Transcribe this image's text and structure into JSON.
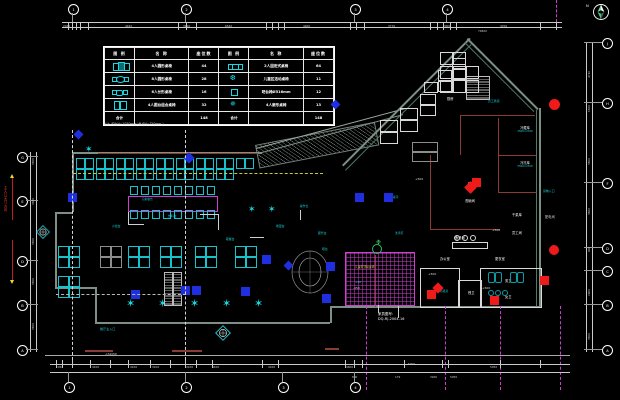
{
  "drawing": {
    "type": "CAD floor plan – restaurant / canteen furniture layout",
    "background_color": "#000000",
    "title_note": "家具图号:",
    "drawing_number": "DQ-RJ-2004-16"
  },
  "legend": {
    "headers": [
      "图 例",
      "名 称",
      "座位数",
      "图 例",
      "名 称",
      "座位数"
    ],
    "rows": [
      {
        "sym_left": "sym-4p-round",
        "name_left": "4人圆形桌椅",
        "count_left": "44",
        "sym_right": "sym-2p-fixed",
        "name_right": "2人固定式桌椅",
        "count_right": "64"
      },
      {
        "sym_left": "sym-8p-round",
        "name_left": "8人圆形桌椅",
        "count_left": "28",
        "sym_right": "sym-child",
        "name_right": "儿童区活动桌椅",
        "count_right": "11"
      },
      {
        "sym_left": "sym-6p-square",
        "name_left": "6人长形桌椅",
        "count_left": "16",
        "sym_right": "sym-stool",
        "name_right": "吧台椅Ø516mm",
        "count_right": "12"
      },
      {
        "sym_left": "sym-4p-combo",
        "name_left": "4人圆台组合桌椅",
        "count_left": "32",
        "sym_right": "sym-4p-star",
        "name_right": "4人扇形桌椅",
        "count_right": "13"
      },
      {
        "sym_left": "",
        "name_left": "合计",
        "count_left": "148",
        "sym_right": "",
        "name_right": "合计",
        "count_right": "148"
      }
    ],
    "footnote": "(注: 吧台H=1050mm/ 餐桌H=750mm )"
  },
  "grid_bubbles": {
    "top": [
      "1",
      "2",
      "3",
      "4"
    ],
    "bottom": [
      "1",
      "2",
      "3",
      "4"
    ],
    "left": [
      "G",
      "E",
      "D",
      "B",
      "A"
    ],
    "right": [
      "J",
      "H",
      "F",
      "D",
      "C",
      "B",
      "A"
    ]
  },
  "dimensions": {
    "top_overall": "74800",
    "top_chain": [
      "2040",
      "4420",
      "3600",
      "6540",
      "4400",
      "3770",
      "2000",
      "4700"
    ],
    "top_secondary": "28800",
    "bottom_chain": [
      "1050",
      "4100",
      "4100",
      "3100",
      "4100",
      "4100",
      "4100",
      "4600",
      "3200",
      "5050",
      "4600"
    ],
    "bottom_overall": "5050",
    "bottom_marks": [
      "-150",
      "800",
      "179",
      "3200",
      "5000"
    ],
    "right_chain": [
      "4710",
      "1500",
      "600",
      "3600",
      "3600",
      "900",
      "1500",
      "2900",
      "2900",
      "900",
      "3600",
      "3600"
    ],
    "left_chain": [
      "3600",
      "3600",
      "3600",
      "3600",
      "3600",
      "3000",
      "3000"
    ]
  },
  "rooms": [
    {
      "name": "冷藏库",
      "dim": "3500×2700"
    },
    {
      "name": "冷冻库",
      "dim": "3500×2700"
    },
    {
      "name": "洗碗间",
      "dim": ""
    },
    {
      "name": "男卫",
      "dim": ""
    },
    {
      "name": "女卫",
      "dim": ""
    },
    {
      "name": "干菜库",
      "dim": ""
    },
    {
      "name": "员工间",
      "dim": ""
    },
    {
      "name": "备餐间",
      "dim": ""
    },
    {
      "name": "更衣室",
      "dim": ""
    },
    {
      "name": "厨房",
      "dim": ""
    },
    {
      "name": "粗加工",
      "dim": ""
    },
    {
      "name": "办公室",
      "dim": ""
    },
    {
      "name": "残卫",
      "dim": ""
    },
    {
      "name": "配电间",
      "dim": ""
    }
  ],
  "annotations": [
    "餐厅主入口",
    "儿童区活动桌椅",
    "取餐台",
    "沙拉台",
    "饮料台",
    "收银台",
    "吧台",
    "服务台",
    "自助餐台",
    "操作台",
    "洗手区",
    "消毒间",
    "垃圾房",
    "员工通道",
    "货物入口",
    "主入口大门方向"
  ],
  "elevations": [
    "±0.000",
    "-150",
    "-0.150",
    "+500",
    "-0.020",
    "-0.100"
  ],
  "markers": {
    "blue_square": "fire-extinguisher-marker",
    "red_square": "emergency-exit-marker",
    "red_dot": "hydrant-marker",
    "blue_diamond": "column-marker",
    "green_cross": "plant-marker"
  },
  "colors": {
    "background": "#000000",
    "wall": "#7d8f86",
    "furniture_cyan": "#16c3cc",
    "text_white": "#ffffff",
    "hatch_magenta": "#cf3fcf",
    "marker_blue": "#1f2fe0",
    "marker_red": "#ef1a1a",
    "dimension_gray": "#c9c9c9",
    "arrow_red": "#c01c1c",
    "accent_yellow": "#d6d63c"
  },
  "north_arrow": {
    "label": "N"
  }
}
